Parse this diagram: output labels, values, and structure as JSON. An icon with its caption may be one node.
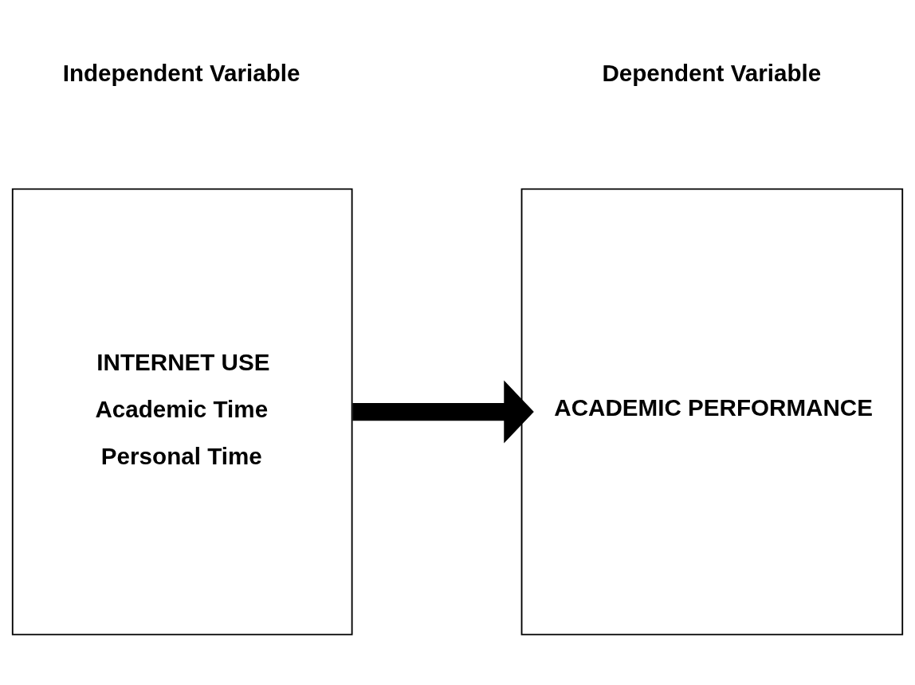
{
  "diagram": {
    "nodes": [
      {
        "text": [
          "INTERNET USE",
          "Academic Time",
          "Personal Time"
        ]
      },
      {
        "text": [
          "ACADEMIC PERFORMANCE"
        ]
      }
    ],
    "edges": [
      {
        "from": 0,
        "to": 1,
        "arrow": "to"
      }
    ],
    "labels": [
      "Independent Variable",
      "Dependent Variable"
    ]
  }
}
